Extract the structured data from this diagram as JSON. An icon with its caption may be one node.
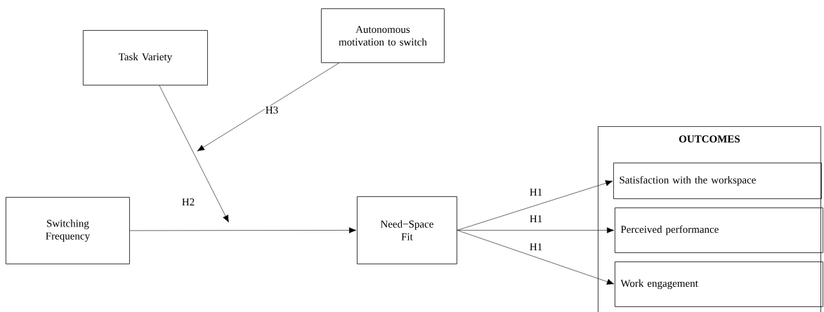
{
  "diagram": {
    "nodes": [
      {
        "text": [
          "Task Variety"
        ]
      },
      {
        "text": [
          "Autonomous motivation to switch"
        ]
      },
      {
        "text": [
          "Switching Frequency"
        ]
      },
      {
        "text": [
          "Need−Space Fit"
        ]
      },
      {
        "text": [
          "OUTCOMES"
        ]
      },
      {
        "text": [
          "Satisfaction with the workspace"
        ],
        "in": 4
      },
      {
        "text": [
          "Perceived performance"
        ],
        "in": 4
      },
      {
        "text": [
          "Work engagement"
        ],
        "in": 4
      }
    ],
    "edges": [
      {
        "from": 0,
        "to": null,
        "arrow": "to",
        "label": "H2"
      },
      {
        "from": 1,
        "to": null,
        "arrow": "to",
        "label": "H3"
      },
      {
        "from": 2,
        "to": 3,
        "arrow": "to"
      },
      {
        "from": 3,
        "to": 5,
        "arrow": "to",
        "label": "H1"
      },
      {
        "from": 3,
        "to": 6,
        "arrow": "to",
        "label": "H1"
      },
      {
        "from": 3,
        "to": 7,
        "arrow": "to",
        "label": "H1"
      }
    ]
  }
}
